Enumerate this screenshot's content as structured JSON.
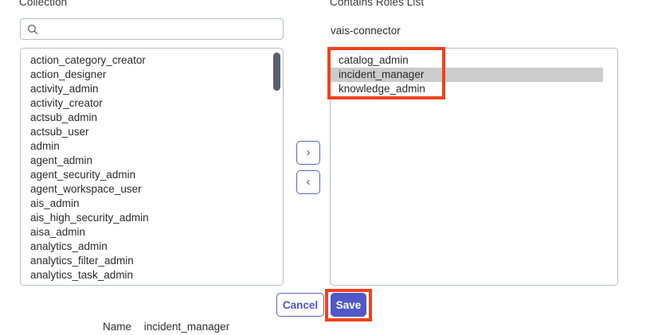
{
  "panels": {
    "left": {
      "header": "Collection",
      "search": {
        "placeholder": "",
        "value": "",
        "icon": "search-icon"
      },
      "items": [
        "action_category_creator",
        "action_designer",
        "activity_admin",
        "activity_creator",
        "actsub_admin",
        "actsub_user",
        "admin",
        "agent_admin",
        "agent_security_admin",
        "agent_workspace_user",
        "ais_admin",
        "ais_high_security_admin",
        "aisa_admin",
        "analytics_admin",
        "analytics_filter_admin",
        "analytics_task_admin"
      ]
    },
    "right": {
      "header": "Contains Roles List",
      "role_name": "vais-connector",
      "items": [
        {
          "label": "catalog_admin",
          "selected": false
        },
        {
          "label": "incident_manager",
          "selected": true
        },
        {
          "label": "knowledge_admin",
          "selected": false
        }
      ]
    }
  },
  "transfer": {
    "move_right_label": "›",
    "move_left_label": "‹"
  },
  "footer": {
    "cancel_label": "Cancel",
    "save_label": "Save"
  },
  "name_row": {
    "key": "Name",
    "value": "incident_manager"
  },
  "colors": {
    "accent": "#5058c8",
    "accent_border": "#5b63cf",
    "annotation": "#f0421a",
    "selection": "#cccccc",
    "scrollbar_thumb": "#585e72",
    "field_border": "#b9bcc6"
  }
}
